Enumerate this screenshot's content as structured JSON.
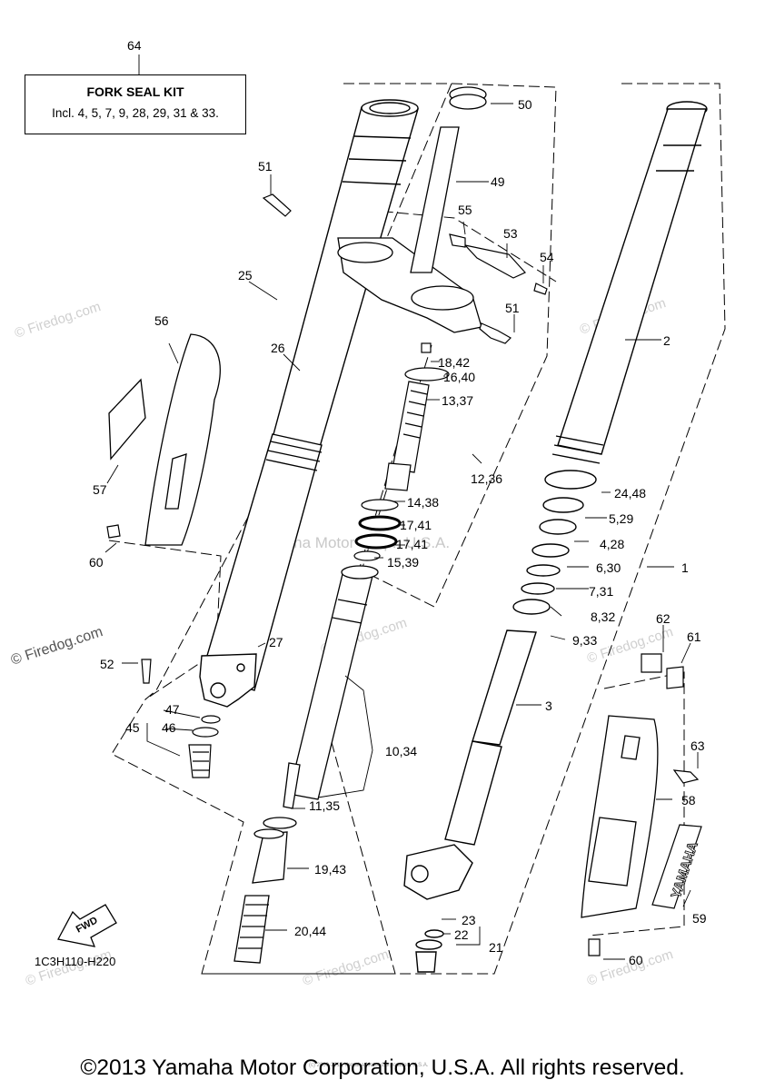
{
  "kit": {
    "number": "64",
    "title": "FORK SEAL KIT",
    "subtitle": "Incl. 4, 5, 7, 9, 28, 29, 31 & 33."
  },
  "diagram_code": "1C3H110-H220",
  "fwd_label": "FWD",
  "brand_text": "YAMAHA",
  "watermark": "© Firedog.com",
  "center_watermark": "Yamaha Motor Corp., U.S.A.",
  "tiny_footer": "(c) 2000-2015 Yamaha Motor Corporation, U.S.A.",
  "copyright": "©2013 Yamaha Motor Corporation, U.S.A. All rights reserved.",
  "callouts": [
    {
      "id": "c50",
      "text": "50"
    },
    {
      "id": "c49",
      "text": "49"
    },
    {
      "id": "c51a",
      "text": "51"
    },
    {
      "id": "c55",
      "text": "55"
    },
    {
      "id": "c53",
      "text": "53"
    },
    {
      "id": "c54",
      "text": "54"
    },
    {
      "id": "c51b",
      "text": "51"
    },
    {
      "id": "c25",
      "text": "25"
    },
    {
      "id": "c56",
      "text": "56"
    },
    {
      "id": "c26",
      "text": "26"
    },
    {
      "id": "c2",
      "text": "2"
    },
    {
      "id": "c1842",
      "text": "18,42"
    },
    {
      "id": "c1640",
      "text": "16,40"
    },
    {
      "id": "c1337",
      "text": "13,37"
    },
    {
      "id": "c57",
      "text": "57"
    },
    {
      "id": "c1236",
      "text": "12,36"
    },
    {
      "id": "c2448",
      "text": "24,48"
    },
    {
      "id": "c1438",
      "text": "14,38"
    },
    {
      "id": "c529",
      "text": "5,29"
    },
    {
      "id": "c1741a",
      "text": "17,41"
    },
    {
      "id": "c1741b",
      "text": "17,41"
    },
    {
      "id": "c428",
      "text": "4,28"
    },
    {
      "id": "c60a",
      "text": "60"
    },
    {
      "id": "c1539",
      "text": "15,39"
    },
    {
      "id": "c630",
      "text": "6,30"
    },
    {
      "id": "c1",
      "text": "1"
    },
    {
      "id": "c731",
      "text": "7,31"
    },
    {
      "id": "c832",
      "text": "8,32"
    },
    {
      "id": "c62",
      "text": "62"
    },
    {
      "id": "c61",
      "text": "61"
    },
    {
      "id": "c933",
      "text": "9,33"
    },
    {
      "id": "c27",
      "text": "27"
    },
    {
      "id": "c52",
      "text": "52"
    },
    {
      "id": "c3",
      "text": "3"
    },
    {
      "id": "c47",
      "text": "47"
    },
    {
      "id": "c45",
      "text": "45"
    },
    {
      "id": "c46",
      "text": "46"
    },
    {
      "id": "c63",
      "text": "63"
    },
    {
      "id": "c1034",
      "text": "10,34"
    },
    {
      "id": "c58",
      "text": "58"
    },
    {
      "id": "c1135",
      "text": "11,35"
    },
    {
      "id": "c1943",
      "text": "19,43"
    },
    {
      "id": "c59",
      "text": "59"
    },
    {
      "id": "c23",
      "text": "23"
    },
    {
      "id": "c2044",
      "text": "20,44"
    },
    {
      "id": "c22",
      "text": "22"
    },
    {
      "id": "c21",
      "text": "21"
    },
    {
      "id": "c60b",
      "text": "60"
    }
  ]
}
